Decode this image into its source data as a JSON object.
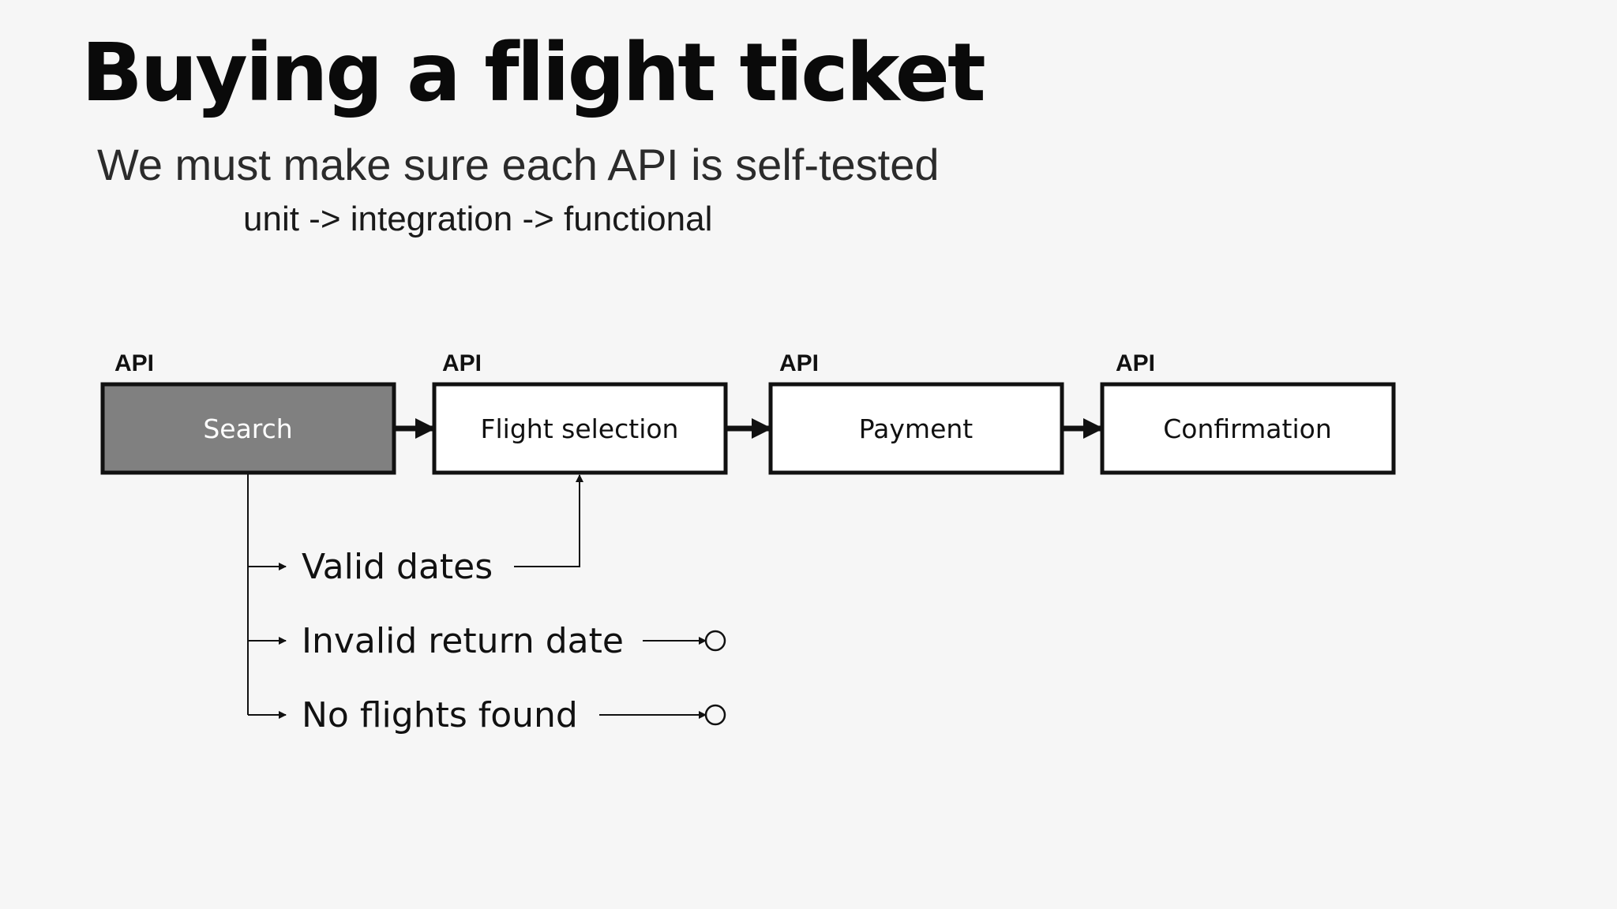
{
  "slide": {
    "title": "Buying a flight ticket",
    "subtitle": "We must make sure each API is self-tested",
    "tagline": "unit -> integration -> functional"
  },
  "flow": {
    "steps": [
      {
        "api_label": "API",
        "label": "Search",
        "active": true
      },
      {
        "api_label": "API",
        "label": "Flight selection",
        "active": false
      },
      {
        "api_label": "API",
        "label": "Payment",
        "active": false
      },
      {
        "api_label": "API",
        "label": "Confirmation",
        "active": false
      }
    ],
    "branches": [
      {
        "label": "Valid dates",
        "outcome": "flight-selection"
      },
      {
        "label": "Invalid return date",
        "outcome": "end"
      },
      {
        "label": "No flights found",
        "outcome": "end"
      }
    ]
  },
  "colors": {
    "active_fill": "#808080",
    "box_fill": "#ffffff",
    "stroke": "#111111",
    "background": "#f6f6f6"
  }
}
